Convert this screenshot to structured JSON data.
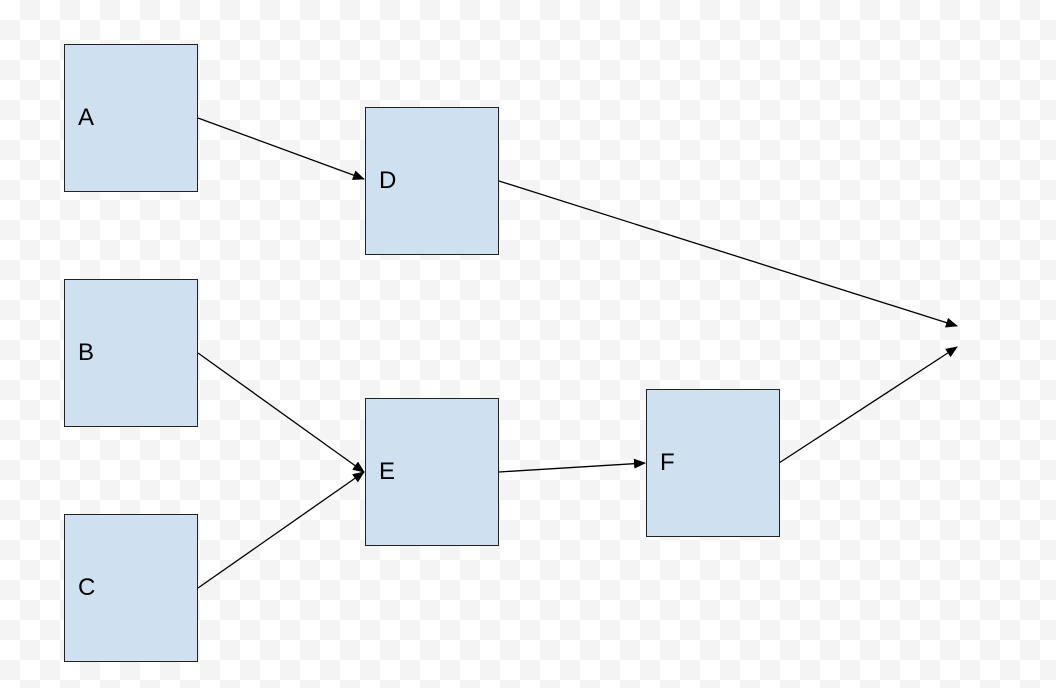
{
  "diagram": {
    "nodes": [
      {
        "id": "A",
        "label": "A"
      },
      {
        "id": "B",
        "label": "B"
      },
      {
        "id": "C",
        "label": "C"
      },
      {
        "id": "D",
        "label": "D"
      },
      {
        "id": "E",
        "label": "E"
      },
      {
        "id": "F",
        "label": "F"
      }
    ],
    "edges": [
      {
        "from": "A",
        "to": "D"
      },
      {
        "from": "B",
        "to": "E"
      },
      {
        "from": "C",
        "to": "E"
      },
      {
        "from": "E",
        "to": "F"
      },
      {
        "from": "D",
        "to": null
      },
      {
        "from": "F",
        "to": null
      }
    ],
    "colors": {
      "node_fill": "#cfe0f1",
      "node_border": "#222222",
      "edge": "#000000"
    }
  }
}
